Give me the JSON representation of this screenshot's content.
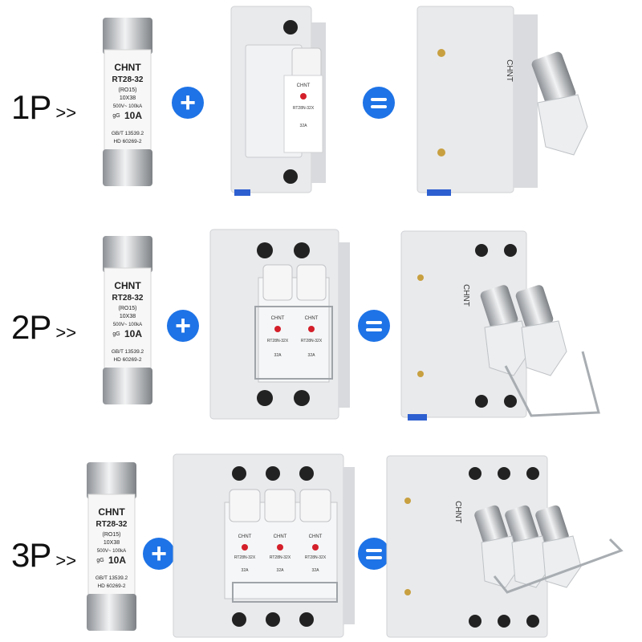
{
  "rows": [
    {
      "label": "1P",
      "arrow": ">>"
    },
    {
      "label": "2P",
      "arrow": ">>"
    },
    {
      "label": "3P",
      "arrow": ">>"
    }
  ],
  "operators": {
    "plus": "+",
    "equals": "="
  },
  "fuse": {
    "brand": "CHNT",
    "model": "RT28-32",
    "code": "(RO15)",
    "size": "10X38",
    "rating": "500V~ 100kA",
    "type": "gG",
    "current": "10A",
    "std1": "GB/T 13539.2",
    "std2": "HD 60269-2"
  },
  "holder": {
    "brand": "CHNT",
    "model": "RT28N-32X",
    "current": "32A"
  },
  "colors": {
    "accent": "#1e73e6",
    "body": "#e9eaec",
    "metal": "#bfc3c8"
  }
}
